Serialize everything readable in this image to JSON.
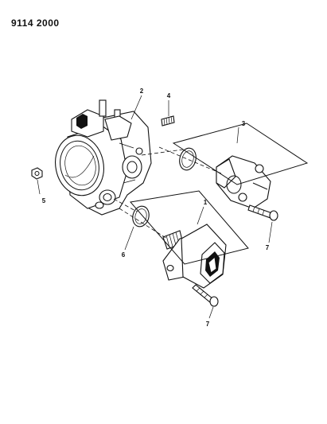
{
  "document": {
    "reference_number": "9114 2000"
  },
  "callouts": [
    {
      "id": "callout-1",
      "label": "1"
    },
    {
      "id": "callout-2",
      "label": "2"
    },
    {
      "id": "callout-3",
      "label": "3"
    },
    {
      "id": "callout-4",
      "label": "4"
    },
    {
      "id": "callout-5",
      "label": "5"
    },
    {
      "id": "callout-6",
      "label": "6"
    },
    {
      "id": "callout-7a",
      "label": "7"
    },
    {
      "id": "callout-7b",
      "label": "7"
    }
  ]
}
